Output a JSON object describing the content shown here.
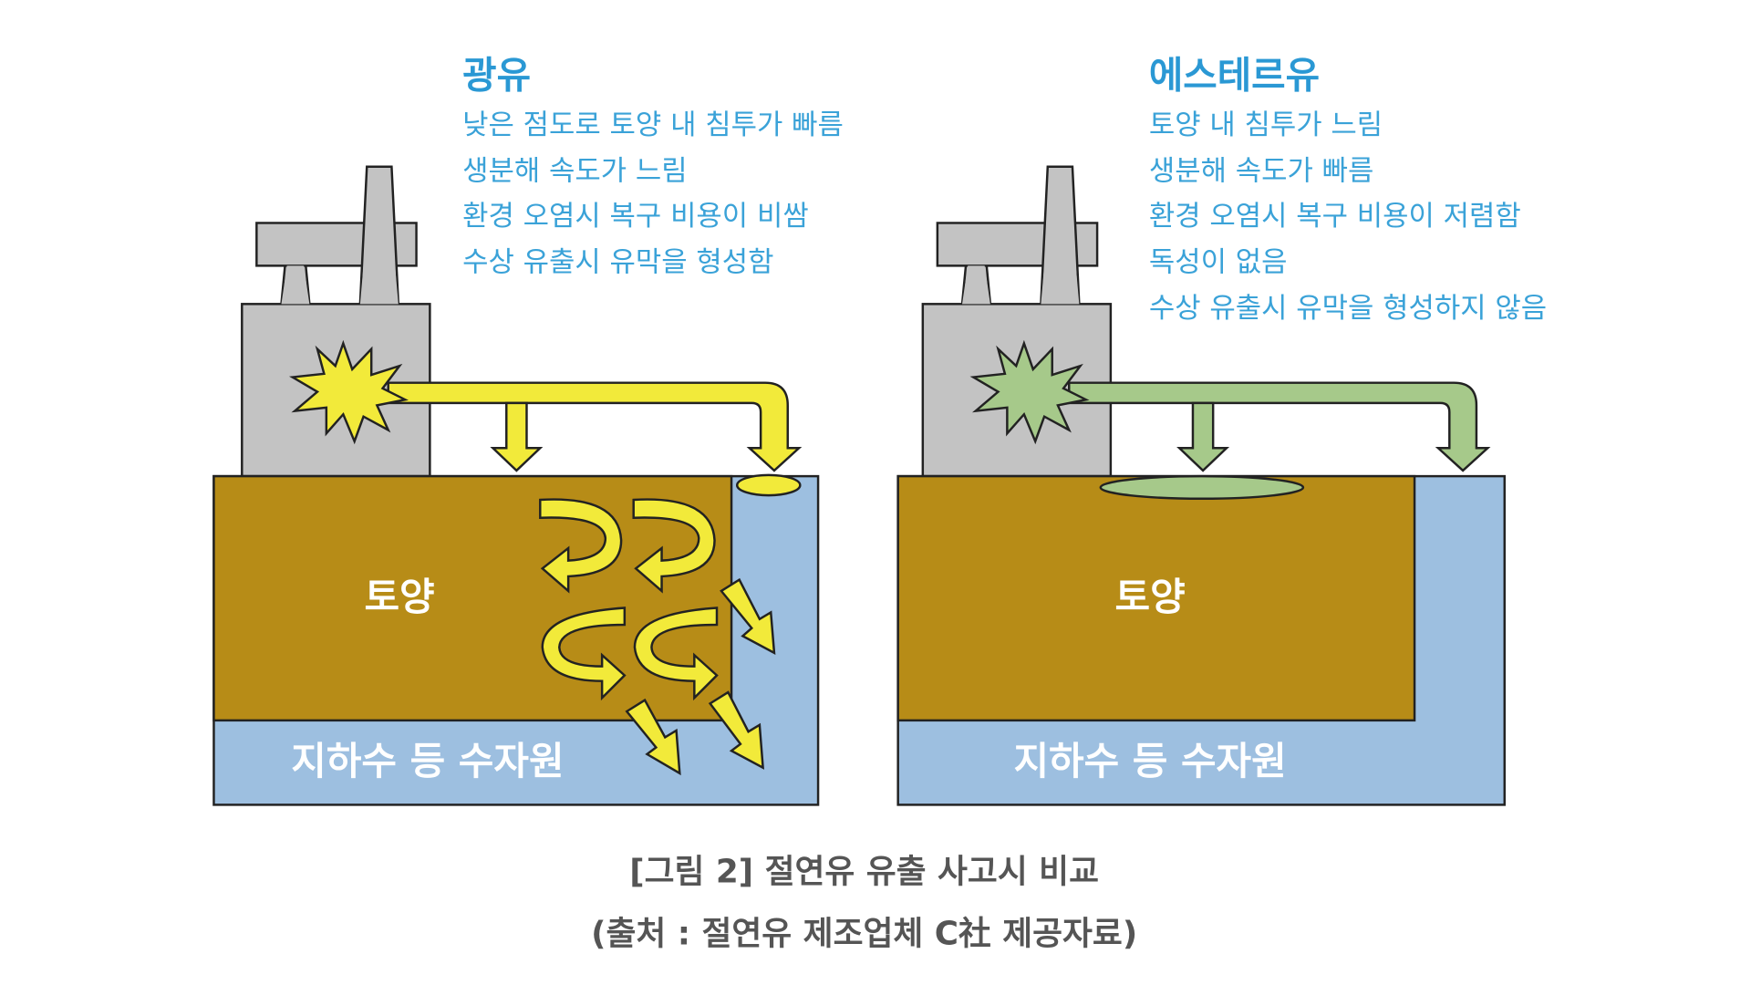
{
  "mineral": {
    "title": "광유",
    "lines": [
      "낮은 점도로 토양 내 침투가 빠름",
      "생분해 속도가 느림",
      "환경 오염시 복구 비용이 비쌈",
      "수상 유출시 유막을 형성함"
    ],
    "soil_label": "토양",
    "water_label": "지하수 등 수자원",
    "oil_color": "#f2ea3a"
  },
  "ester": {
    "title": "에스테르유",
    "lines": [
      "토양 내 침투가 느림",
      "생분해 속도가 빠름",
      "환경 오염시 복구 비용이 저렴함",
      "독성이 없음",
      "수상 유출시 유막을 형성하지 않음"
    ],
    "soil_label": "토양",
    "water_label": "지하수 등 수자원",
    "oil_color": "#a6c98a"
  },
  "caption": {
    "line1": "[그림 2] 절연유 유출 사고시 비교",
    "line2": "(출처 : 절연유 제조업체 C社 제공자료)"
  }
}
